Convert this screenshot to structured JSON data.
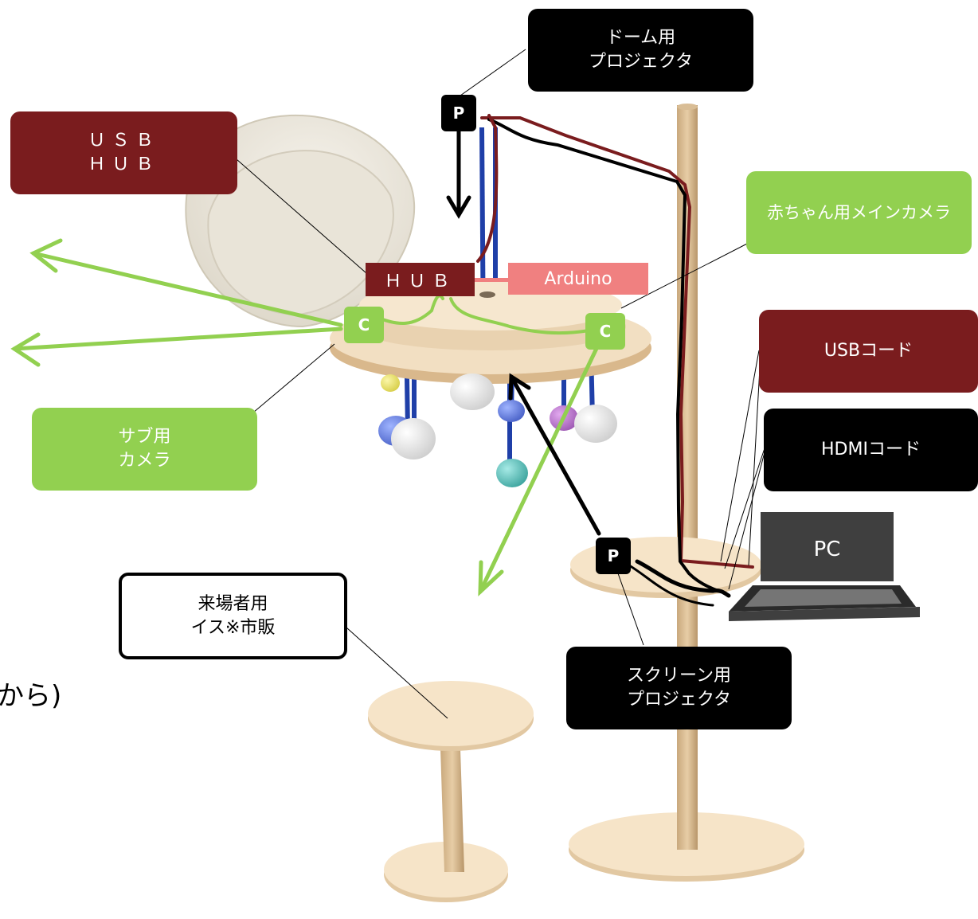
{
  "callouts": {
    "dome_projector": "ドーム用\nプロジェクタ",
    "usb_hub": "ＵＳＢ\nＨＵＢ",
    "baby_main_camera": "赤ちゃん用メインカメラ",
    "usb_cord": "USBコード",
    "hdmi_cord": "HDMIコード",
    "sub_camera": "サブ用\nカメラ",
    "visitor_chair": "来場者用\nイス※市販",
    "screen_projector": "スクリーン用\nプロジェクタ"
  },
  "labels": {
    "hub": "ＨＵＢ",
    "arduino": "Arduino",
    "pc": "PC",
    "partial_left": "から)"
  },
  "markers": {
    "projector": "P",
    "camera": "C"
  },
  "colors": {
    "dark_red": "#7a1c1e",
    "black": "#000000",
    "green": "#92d050",
    "arduino_pink": "#f08080",
    "wood": "#f3dfc0",
    "pc_gray": "#3f3f3f"
  }
}
